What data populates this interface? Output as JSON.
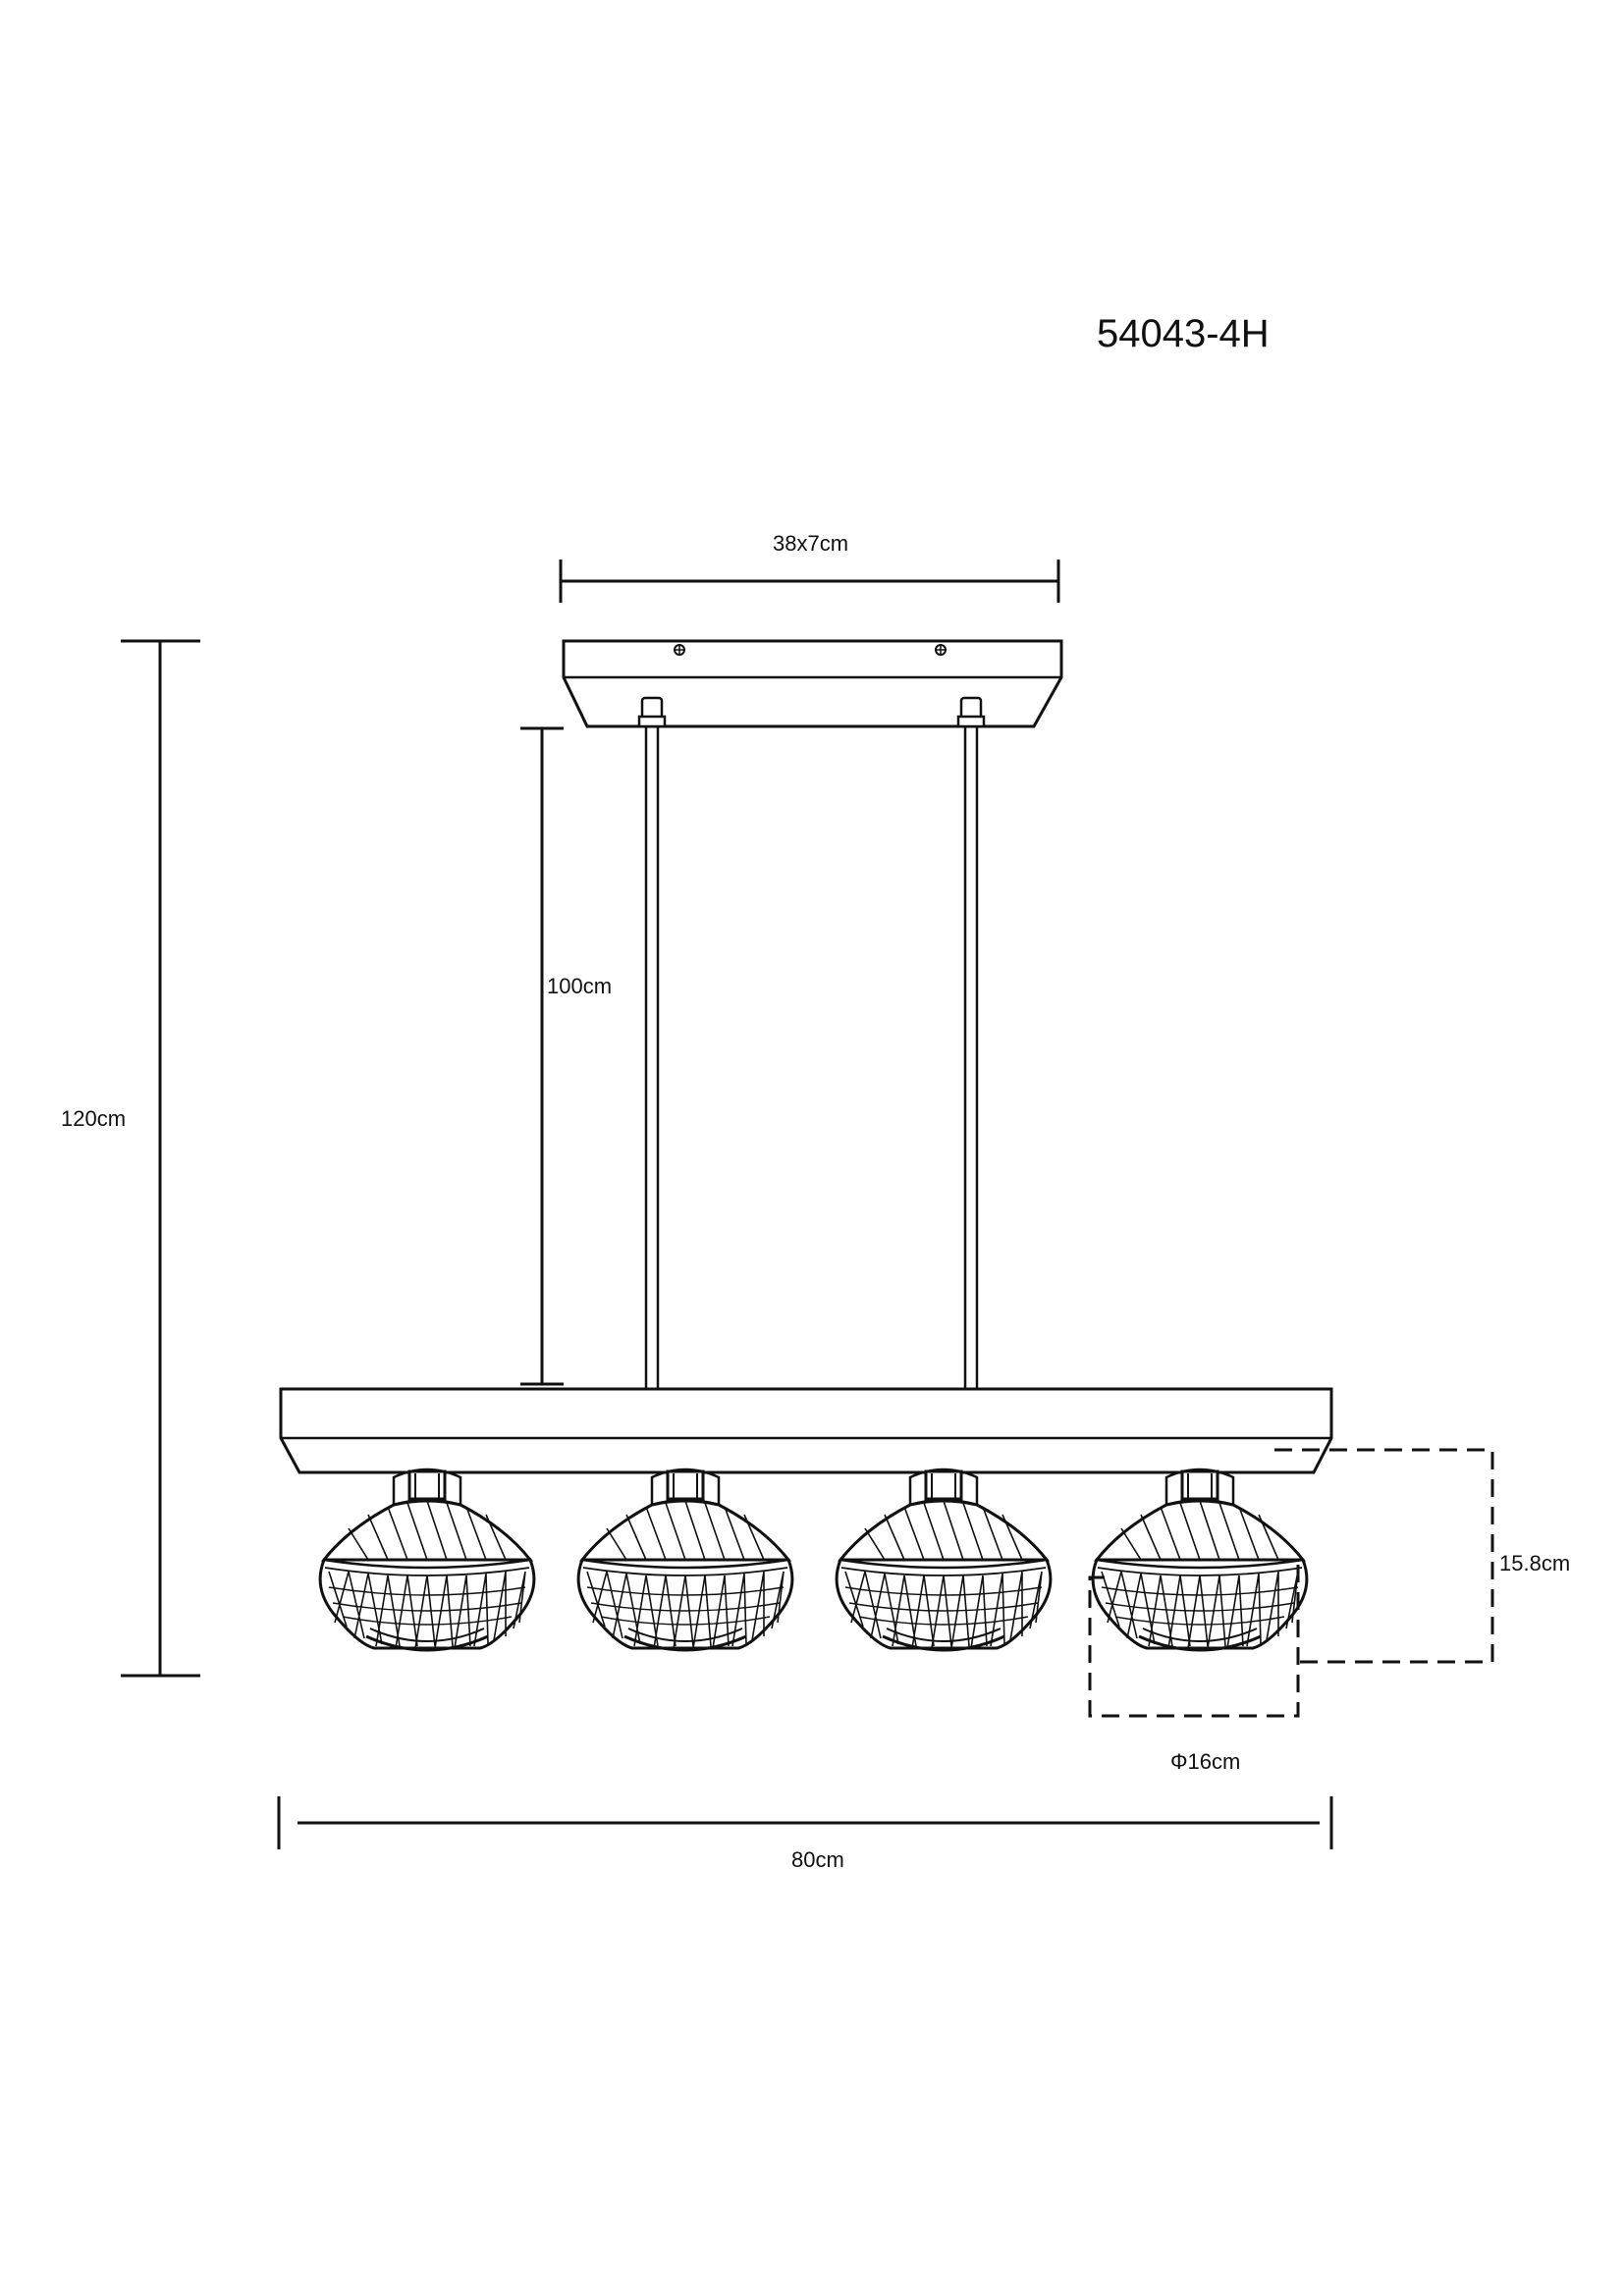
{
  "model_number": "54043-4H",
  "dimensions": {
    "canopy": "38x7cm",
    "rod_length": "100cm",
    "total_height": "120cm",
    "shade_height": "15.8cm",
    "shade_diameter": "Φ16cm",
    "total_width": "80cm"
  },
  "shades": [
    "shade-1",
    "shade-2",
    "shade-3",
    "shade-4"
  ],
  "colors": {
    "line": "#111111",
    "background": "#ffffff"
  }
}
